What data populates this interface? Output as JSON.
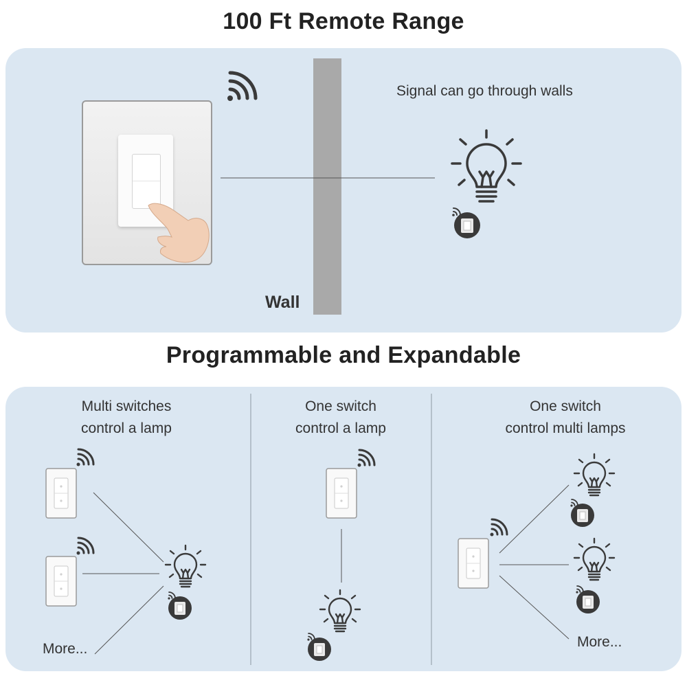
{
  "section1": {
    "title": "100 Ft Remote Range",
    "signal_text": "Signal can go through walls",
    "wall_label": "Wall"
  },
  "section2": {
    "title": "Programmable and Expandable",
    "columns": [
      {
        "caption_line1": "Multi switches",
        "caption_line2": "control a lamp",
        "more": "More..."
      },
      {
        "caption_line1": "One switch",
        "caption_line2": "control a lamp"
      },
      {
        "caption_line1": "One switch",
        "caption_line2": "control multi lamps",
        "more": "More..."
      }
    ]
  },
  "colors": {
    "panel": "#dbe7f2",
    "wall": "#a9a9a9",
    "icon": "#3a3a3a",
    "receiver": "#3a3a3a"
  },
  "icons": [
    "wifi-icon",
    "lightbulb-icon",
    "receiver-icon",
    "wall-switch-icon",
    "hand-icon"
  ]
}
